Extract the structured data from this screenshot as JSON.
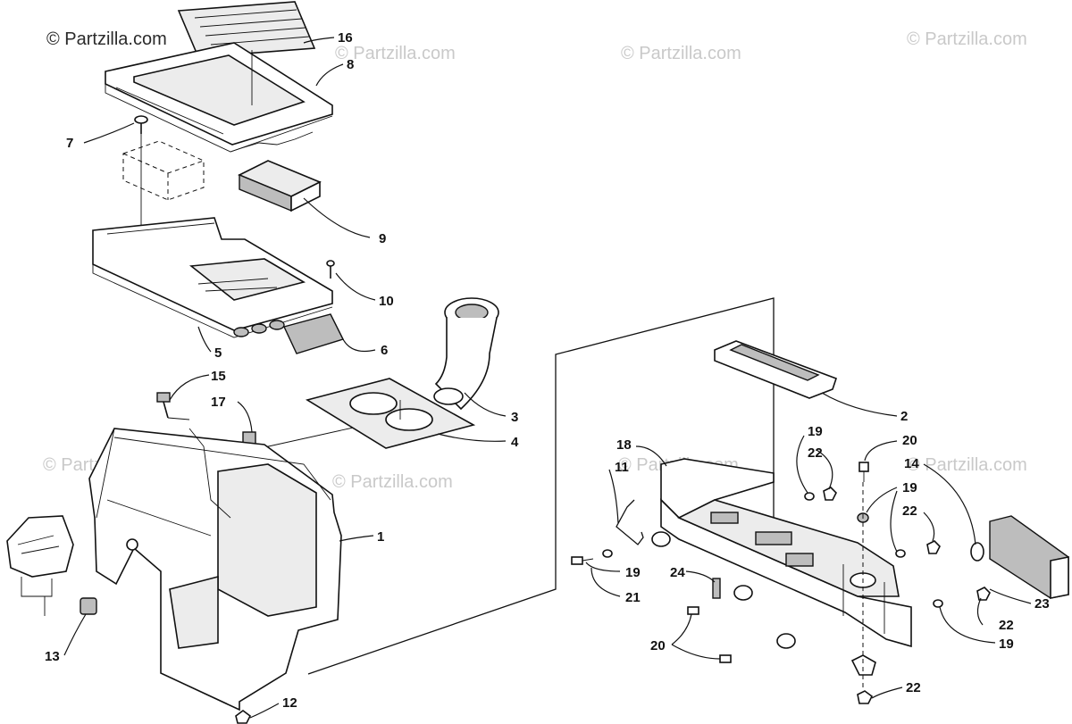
{
  "watermarks": [
    "© Partzilla.com",
    "© Partzilla.com",
    "© Partzilla.com",
    "© Partzilla.com",
    "© Partzilla.com",
    "© Partzilla.com",
    "© Partzilla.com",
    "© Partzilla.com"
  ],
  "callouts": {
    "c1": "1",
    "c2": "2",
    "c3": "3",
    "c4": "4",
    "c5": "5",
    "c6": "6",
    "c7": "7",
    "c8": "8",
    "c9": "9",
    "c10": "10",
    "c11": "11",
    "c12": "12",
    "c13": "13",
    "c14": "14",
    "c15": "15",
    "c16": "16",
    "c17": "17",
    "c18": "18",
    "c19a": "19",
    "c19b": "19",
    "c19c": "19",
    "c19d": "19",
    "c20a": "20",
    "c20b": "20",
    "c21": "21",
    "c22a": "22",
    "c22b": "22",
    "c22c": "22",
    "c22d": "22",
    "c23": "23",
    "c24": "24"
  }
}
